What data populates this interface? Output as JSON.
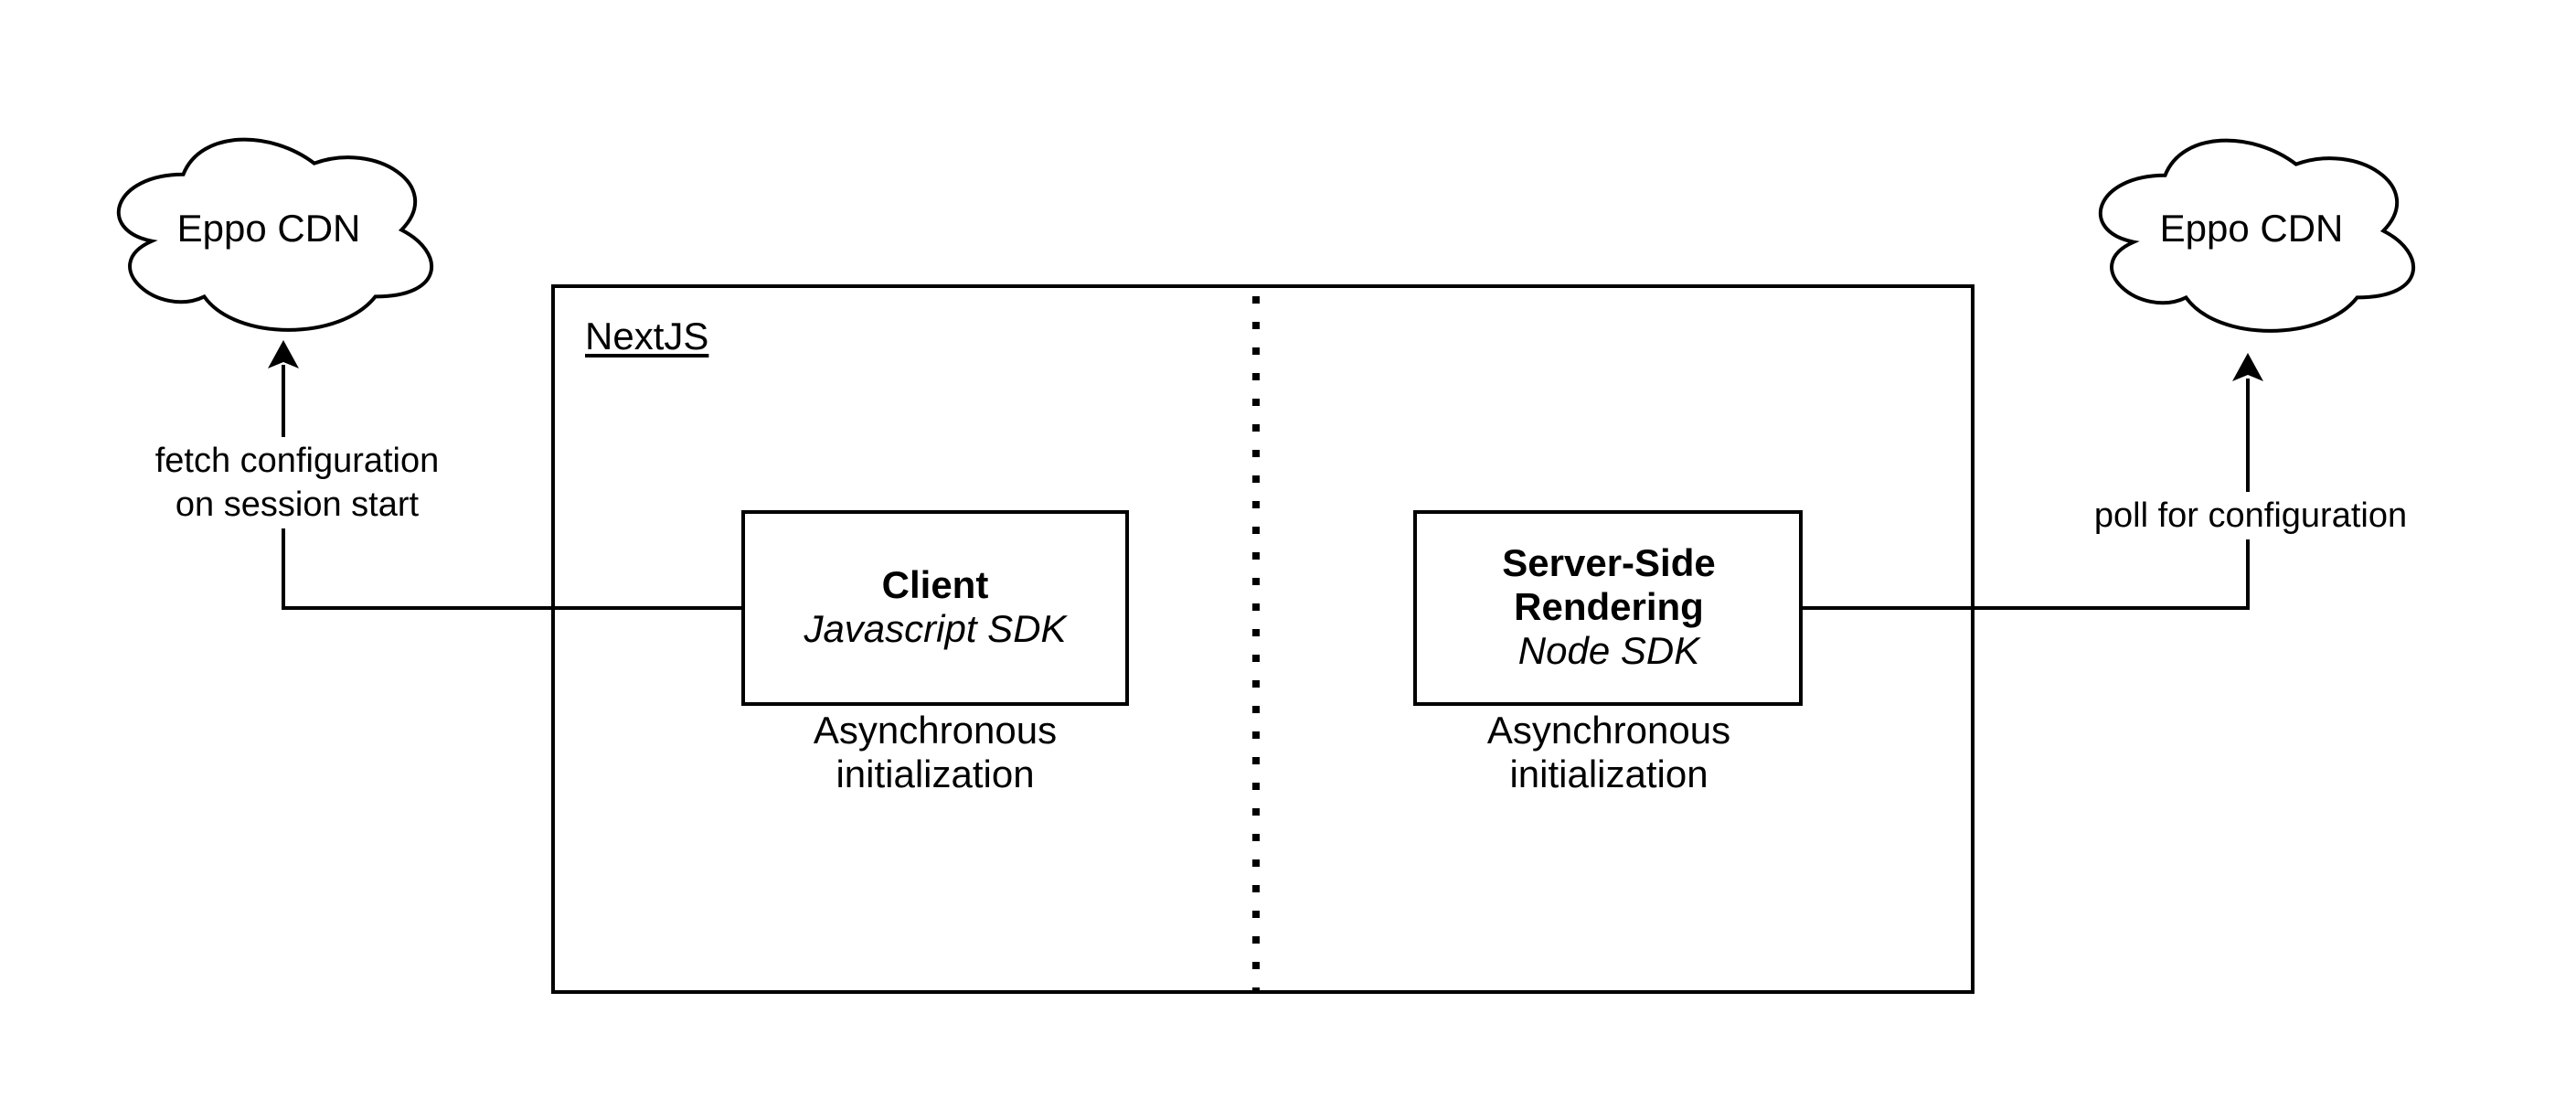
{
  "clouds": {
    "left": {
      "label": "Eppo CDN"
    },
    "right": {
      "label": "Eppo CDN"
    }
  },
  "container": {
    "label": "NextJS"
  },
  "nodes": {
    "client": {
      "title": "Client",
      "subtitle": "Javascript SDK",
      "caption_line1": "Asynchronous",
      "caption_line2": "initialization"
    },
    "ssr": {
      "title_line1": "Server-Side",
      "title_line2": "Rendering",
      "subtitle": "Node SDK",
      "caption_line1": "Asynchronous",
      "caption_line2": "initialization"
    }
  },
  "edges": {
    "fetch": {
      "label_line1": "fetch configuration",
      "label_line2": "on session start"
    },
    "poll": {
      "label": "poll for configuration"
    }
  },
  "colors": {
    "stroke": "#000000",
    "background": "#ffffff"
  }
}
